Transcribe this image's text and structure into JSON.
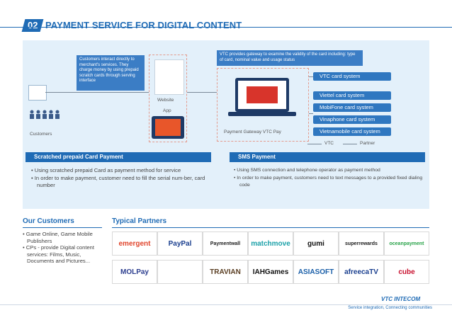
{
  "header": {
    "section_number": "02",
    "title": "PAYMENT SERVICE FOR DIGITAL CONTENT"
  },
  "diagram": {
    "customers_note": "Customers interact directly to merchant's services. They charge money by using prepaid scratch cards through serving interface",
    "customers_label": "Customers",
    "website_label": "Website",
    "app_label": "App",
    "vtc_note": "VTC provides gateway to examine the validity of the card including: type of card, nominal value and usage status",
    "gateway_label": "Payment Gateway VTC Pay",
    "vtc_system": "VTC card system",
    "partner_systems": [
      "Viettel card system",
      "MobiFone card system",
      "Vinaphone card system",
      "Vietnamobile card system"
    ],
    "legend": {
      "vtc": "VTC",
      "partner": "Partner"
    }
  },
  "scratched": {
    "title": "Scratched prepaid Card Payment",
    "bullets": [
      "Using scratched prepaid Card as payment method for service",
      "In order to make payment, customer need to fill the serial num-ber, card number"
    ]
  },
  "sms": {
    "title": "SMS Payment",
    "bullets": [
      "Using SMS connection and telephone operator as payment method",
      "In order to make payment, customers need to text messages to a provided fixed dialing code"
    ]
  },
  "our_customers": {
    "title": "Our Customers",
    "items": [
      "Game Online, Game Mobile Publishers",
      "CPs - provide Digital content services: Films, Music, Documents and Pictures..."
    ]
  },
  "partners": {
    "title": "Typical Partners",
    "logos": [
      {
        "name": "emergent",
        "color": "#e0452c"
      },
      {
        "name": "PayPal",
        "color": "#1b3f8f"
      },
      {
        "name": "Paymentwall",
        "color": "#222222"
      },
      {
        "name": "matchmove",
        "color": "#1aa0a8"
      },
      {
        "name": "gumi",
        "color": "#111111"
      },
      {
        "name": "superrewards",
        "color": "#1a1a1a"
      },
      {
        "name": "oceanpayment",
        "color": "#2aa34a"
      },
      {
        "name": "MOLPay",
        "color": "#2c3e8f"
      },
      {
        "name": "",
        "color": "#888888"
      },
      {
        "name": "TRAVIAN",
        "color": "#5a3e22"
      },
      {
        "name": "IAHGames",
        "color": "#111111"
      },
      {
        "name": "ASIASOFT",
        "color": "#1a5fa8"
      },
      {
        "name": "afreecaTV",
        "color": "#1a3f8f"
      },
      {
        "name": "cube",
        "color": "#c8102e"
      }
    ]
  },
  "footer": {
    "brand": "VTC INTECOM",
    "slogan": "Service integration, Connecting communities"
  }
}
